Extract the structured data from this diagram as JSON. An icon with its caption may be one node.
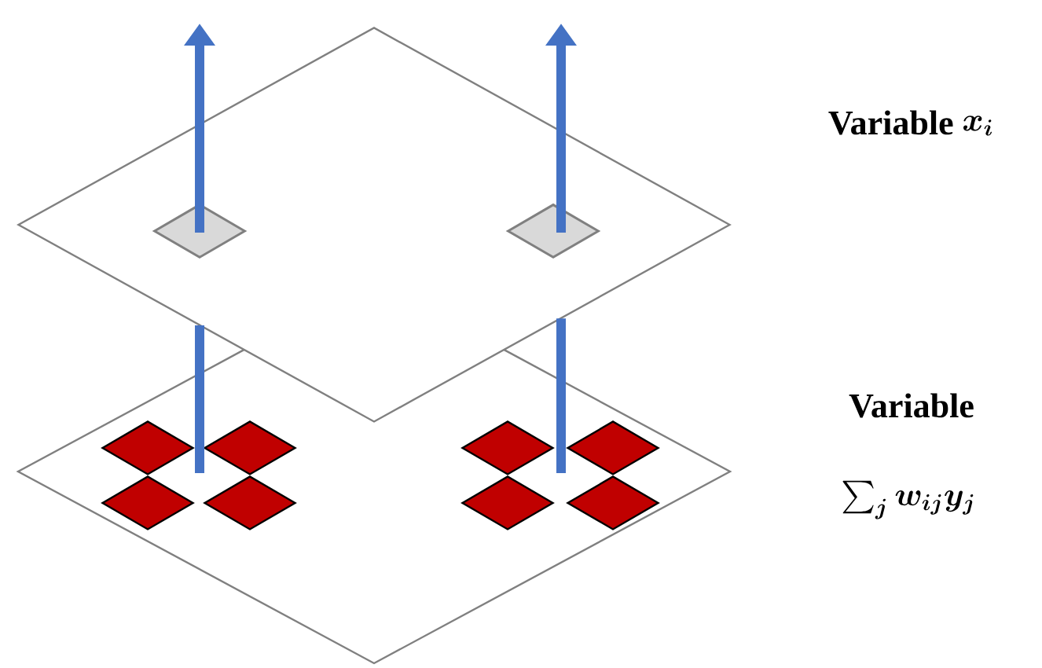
{
  "diagram": {
    "nodes": [
      {
        "text": [],
        "shape": "diamond"
      },
      {
        "text": [],
        "shape": "diamond",
        "in": 0
      },
      {
        "text": [],
        "shape": "diamond",
        "in": 0
      },
      {
        "text": [],
        "shape": "diamond"
      },
      {
        "text": [],
        "shape": "diamond",
        "in": 3
      },
      {
        "text": [],
        "shape": "diamond",
        "in": 3
      },
      {
        "text": [],
        "shape": "diamond",
        "in": 3
      },
      {
        "text": [],
        "shape": "diamond",
        "in": 3
      },
      {
        "text": [],
        "shape": "diamond",
        "in": 3
      },
      {
        "text": [],
        "shape": "diamond",
        "in": 3
      },
      {
        "text": [],
        "shape": "diamond",
        "in": 3
      },
      {
        "text": [],
        "shape": "diamond",
        "in": 3
      }
    ],
    "edges": [
      {
        "from": 1,
        "to": null,
        "arrow": "to"
      },
      {
        "from": 2,
        "to": null,
        "arrow": "to"
      },
      {
        "from": 3,
        "to": null,
        "arrow": "none"
      },
      {
        "from": 3,
        "to": null,
        "arrow": "none"
      }
    ],
    "labels": [
      "Variable",
      "\\boldsymbol{x_i}",
      "Variable",
      "\\boldsymbol{\\sum_j w_{ij} y_j}"
    ]
  }
}
